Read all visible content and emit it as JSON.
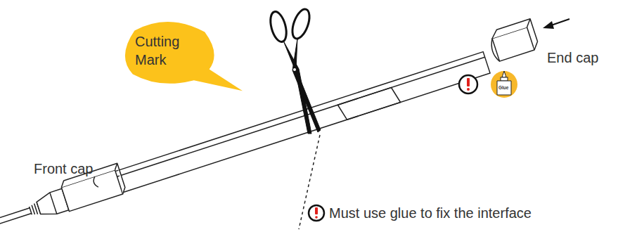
{
  "diagram": {
    "nodes": [
      {
        "text": [
          "Cutting Mark"
        ]
      }
    ],
    "labels": [
      "Front cap",
      "End cap",
      "Must use glue to fix the interface",
      "Glue"
    ]
  }
}
